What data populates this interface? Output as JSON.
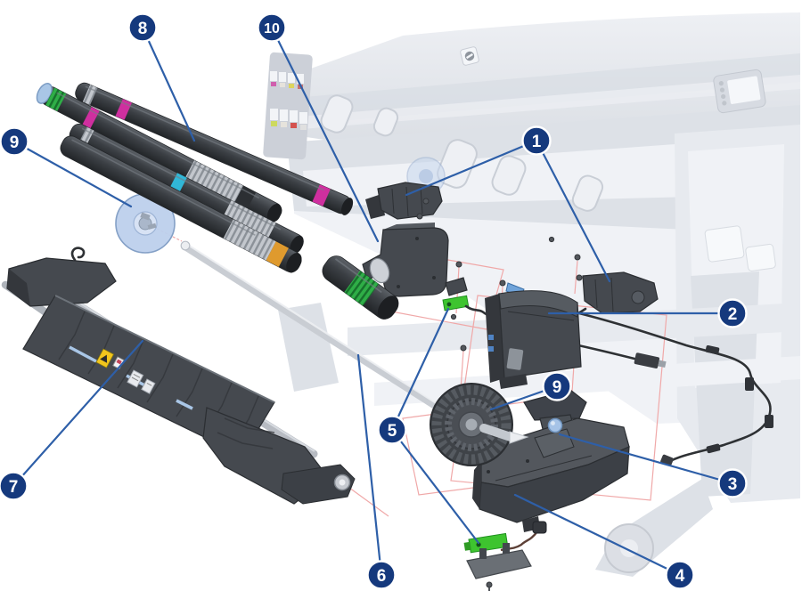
{
  "figure": {
    "kind": "exploded-parts-diagram",
    "subject": "large-format-printer-rear-parts",
    "background": "#ffffff"
  },
  "palette": {
    "callout_fill": "#15397d",
    "callout_ring": "#ffffff",
    "callout_text": "#ffffff",
    "leader_line": "#2e5fa8",
    "placement_outline": "#f0a8a8",
    "part_dark_gray": "#45494f",
    "frame_gray": "#b7bbc2",
    "printer_faded_gray": "#e7eaef",
    "band_magenta": "#cf2f9f",
    "band_cyan": "#31b7d7",
    "band_green": "#2fae47",
    "band_orange": "#df9a2e",
    "pcb_green": "#3ec42f",
    "hub_disc_blue": "#bdd0ed",
    "thumbscrew_blue": "#a6c3e7",
    "warning_label_yellow": "#f2c51d"
  },
  "callouts": [
    {
      "number": "8"
    },
    {
      "number": "10"
    },
    {
      "number": "9"
    },
    {
      "number": "1"
    },
    {
      "number": "2"
    },
    {
      "number": "9"
    },
    {
      "number": "5"
    },
    {
      "number": "3"
    },
    {
      "number": "7"
    },
    {
      "number": "4"
    },
    {
      "number": "6"
    }
  ]
}
